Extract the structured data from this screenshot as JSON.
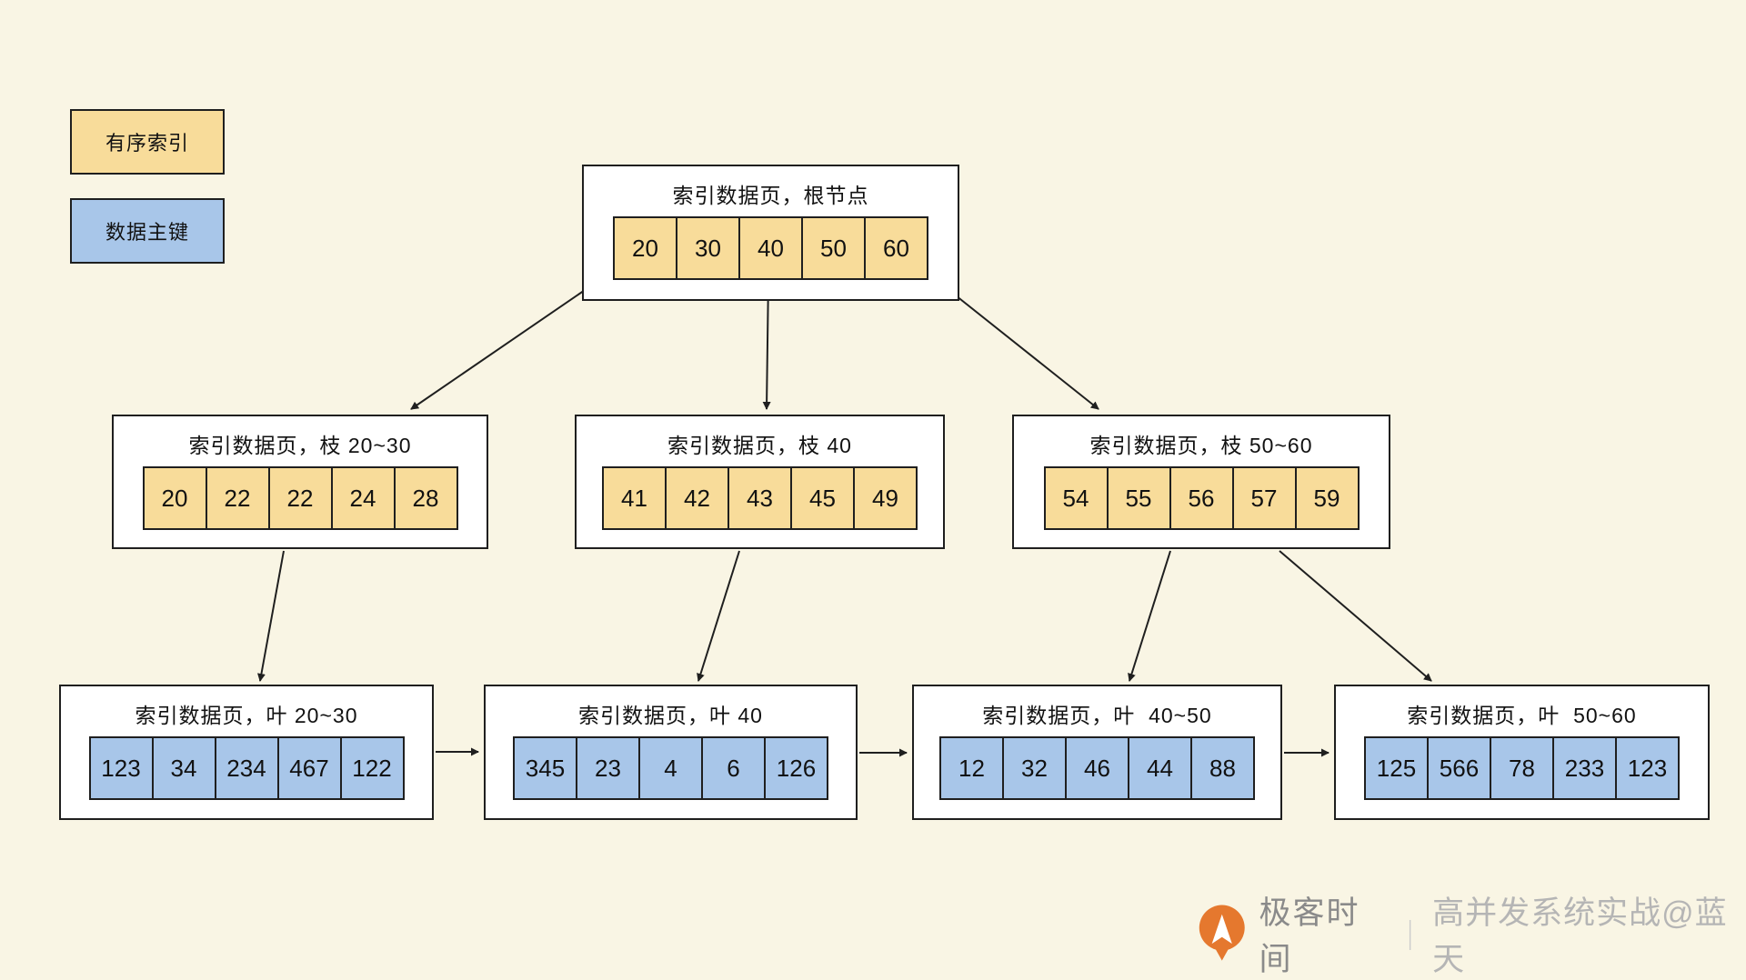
{
  "legend": {
    "ordered_index": "有序索引",
    "primary_key": "数据主键"
  },
  "nodes": {
    "root": {
      "title": "索引数据页，根节点",
      "type": "index",
      "cells": [
        "20",
        "30",
        "40",
        "50",
        "60"
      ]
    },
    "branch1": {
      "title": "索引数据页，枝 20~30",
      "type": "index",
      "cells": [
        "20",
        "22",
        "22",
        "24",
        "28"
      ]
    },
    "branch2": {
      "title": "索引数据页，枝 40",
      "type": "index",
      "cells": [
        "41",
        "42",
        "43",
        "45",
        "49"
      ]
    },
    "branch3": {
      "title": "索引数据页，枝 50~60",
      "type": "index",
      "cells": [
        "54",
        "55",
        "56",
        "57",
        "59"
      ]
    },
    "leaf1": {
      "title": "索引数据页，叶 20~30",
      "type": "pk",
      "cells": [
        "123",
        "34",
        "234",
        "467",
        "122"
      ]
    },
    "leaf2": {
      "title": "索引数据页，叶 40",
      "type": "pk",
      "cells": [
        "345",
        "23",
        "4",
        "6",
        "126"
      ]
    },
    "leaf3": {
      "title": "索引数据页，叶  40~50",
      "type": "pk",
      "cells": [
        "12",
        "32",
        "46",
        "44",
        "88"
      ]
    },
    "leaf4": {
      "title": "索引数据页，叶  50~60",
      "type": "pk",
      "cells": [
        "125",
        "566",
        "78",
        "233",
        "123"
      ]
    }
  },
  "footer": {
    "brand": "极客时间",
    "separator": "｜",
    "watermark": "高并发系统实战@蓝天"
  },
  "colors": {
    "background": "#f9f5e4",
    "node_fill": "#ffffff",
    "border": "#1f1f1f",
    "ordered_index_fill": "#f8dc9a",
    "primary_key_fill": "#a8c6e9",
    "brand_orange": "#e5782e",
    "brand_text": "#8a8a8a",
    "watermark_text": "#b5b5b5"
  }
}
